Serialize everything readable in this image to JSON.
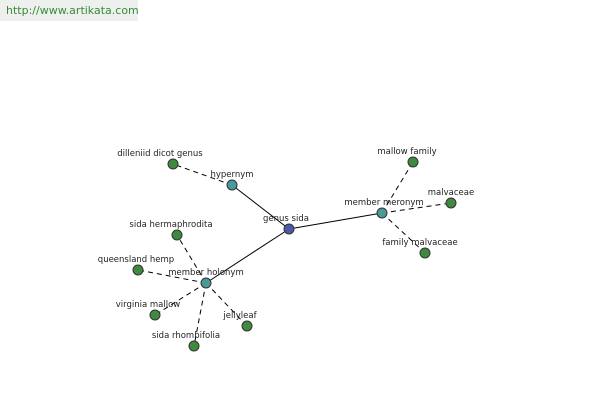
{
  "watermark": {
    "text": "http://www.artikata.com"
  },
  "colors": {
    "root": "#4a5aa8",
    "relation": "#4a9a9a",
    "leaf": "#3f8a3f",
    "watermark_text": "#3a8a3a"
  },
  "graph": {
    "root": {
      "label": "genus sida"
    },
    "relations": [
      {
        "id": "hypernym",
        "label": "hypernym"
      },
      {
        "id": "member_meronym",
        "label": "member meronym"
      },
      {
        "id": "member_holonym",
        "label": "member holonym"
      }
    ],
    "leaves": [
      {
        "id": "dilleniid",
        "label": "dilleniid dicot genus",
        "relation": "hypernym"
      },
      {
        "id": "mallow_family",
        "label": "mallow family",
        "relation": "member_meronym"
      },
      {
        "id": "malvaceae",
        "label": "malvaceae",
        "relation": "member_meronym"
      },
      {
        "id": "family_malvaceae",
        "label": "family malvaceae",
        "relation": "member_meronym"
      },
      {
        "id": "sida_hermaphrodita",
        "label": "sida hermaphrodita",
        "relation": "member_holonym"
      },
      {
        "id": "queensland_hemp",
        "label": "queensland hemp",
        "relation": "member_holonym"
      },
      {
        "id": "virginia_mallow",
        "label": "virginia mallow",
        "relation": "member_holonym"
      },
      {
        "id": "sida_rhombifolia",
        "label": "sida rhombifolia",
        "relation": "member_holonym"
      },
      {
        "id": "jellyleaf",
        "label": "jellyleaf",
        "relation": "member_holonym"
      }
    ]
  }
}
